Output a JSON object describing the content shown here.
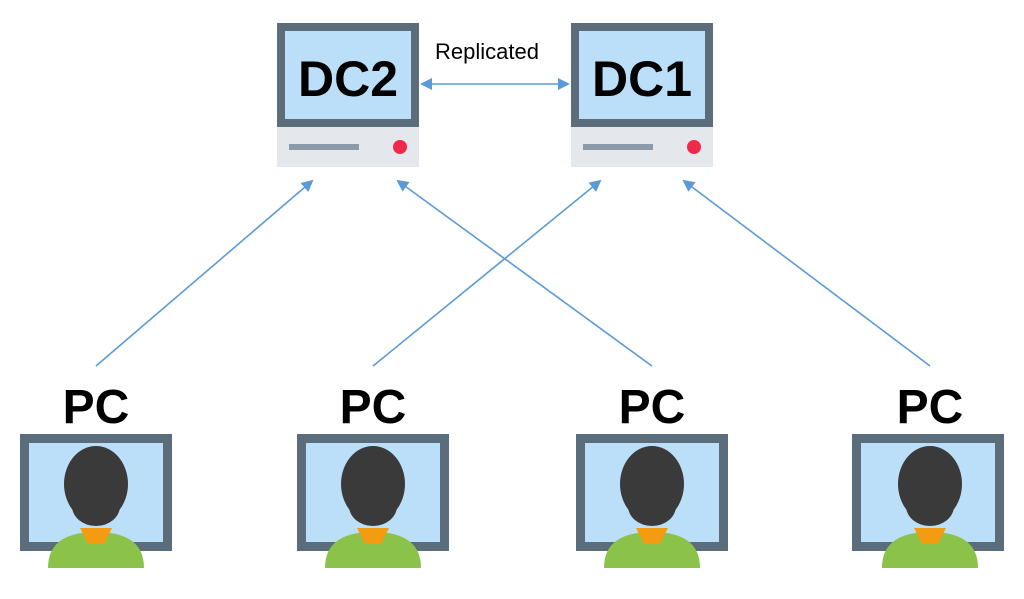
{
  "diagram": {
    "replication": {
      "label": "Replicated"
    },
    "servers": [
      {
        "id": "dc2",
        "label": "DC2"
      },
      {
        "id": "dc1",
        "label": "DC1"
      }
    ],
    "clients": [
      {
        "id": "pc-1",
        "label": "PC"
      },
      {
        "id": "pc-2",
        "label": "PC"
      },
      {
        "id": "pc-3",
        "label": "PC"
      },
      {
        "id": "pc-4",
        "label": "PC"
      }
    ],
    "connections": [
      {
        "from": "pc-1",
        "to": "dc2"
      },
      {
        "from": "pc-2",
        "to": "dc1"
      },
      {
        "from": "pc-3",
        "to": "dc2"
      },
      {
        "from": "pc-4",
        "to": "dc1"
      }
    ],
    "colors": {
      "frame": "#5b6c7b",
      "screen": "#bcdff9",
      "server_base": "#e4e8ec",
      "server_slot": "#8a9aa8",
      "power_light": "#f0294a",
      "arrow": "#5b9bd5",
      "hair": "#3a3a3a",
      "face": "#f39c12",
      "shirt": "#8bc34a"
    }
  }
}
